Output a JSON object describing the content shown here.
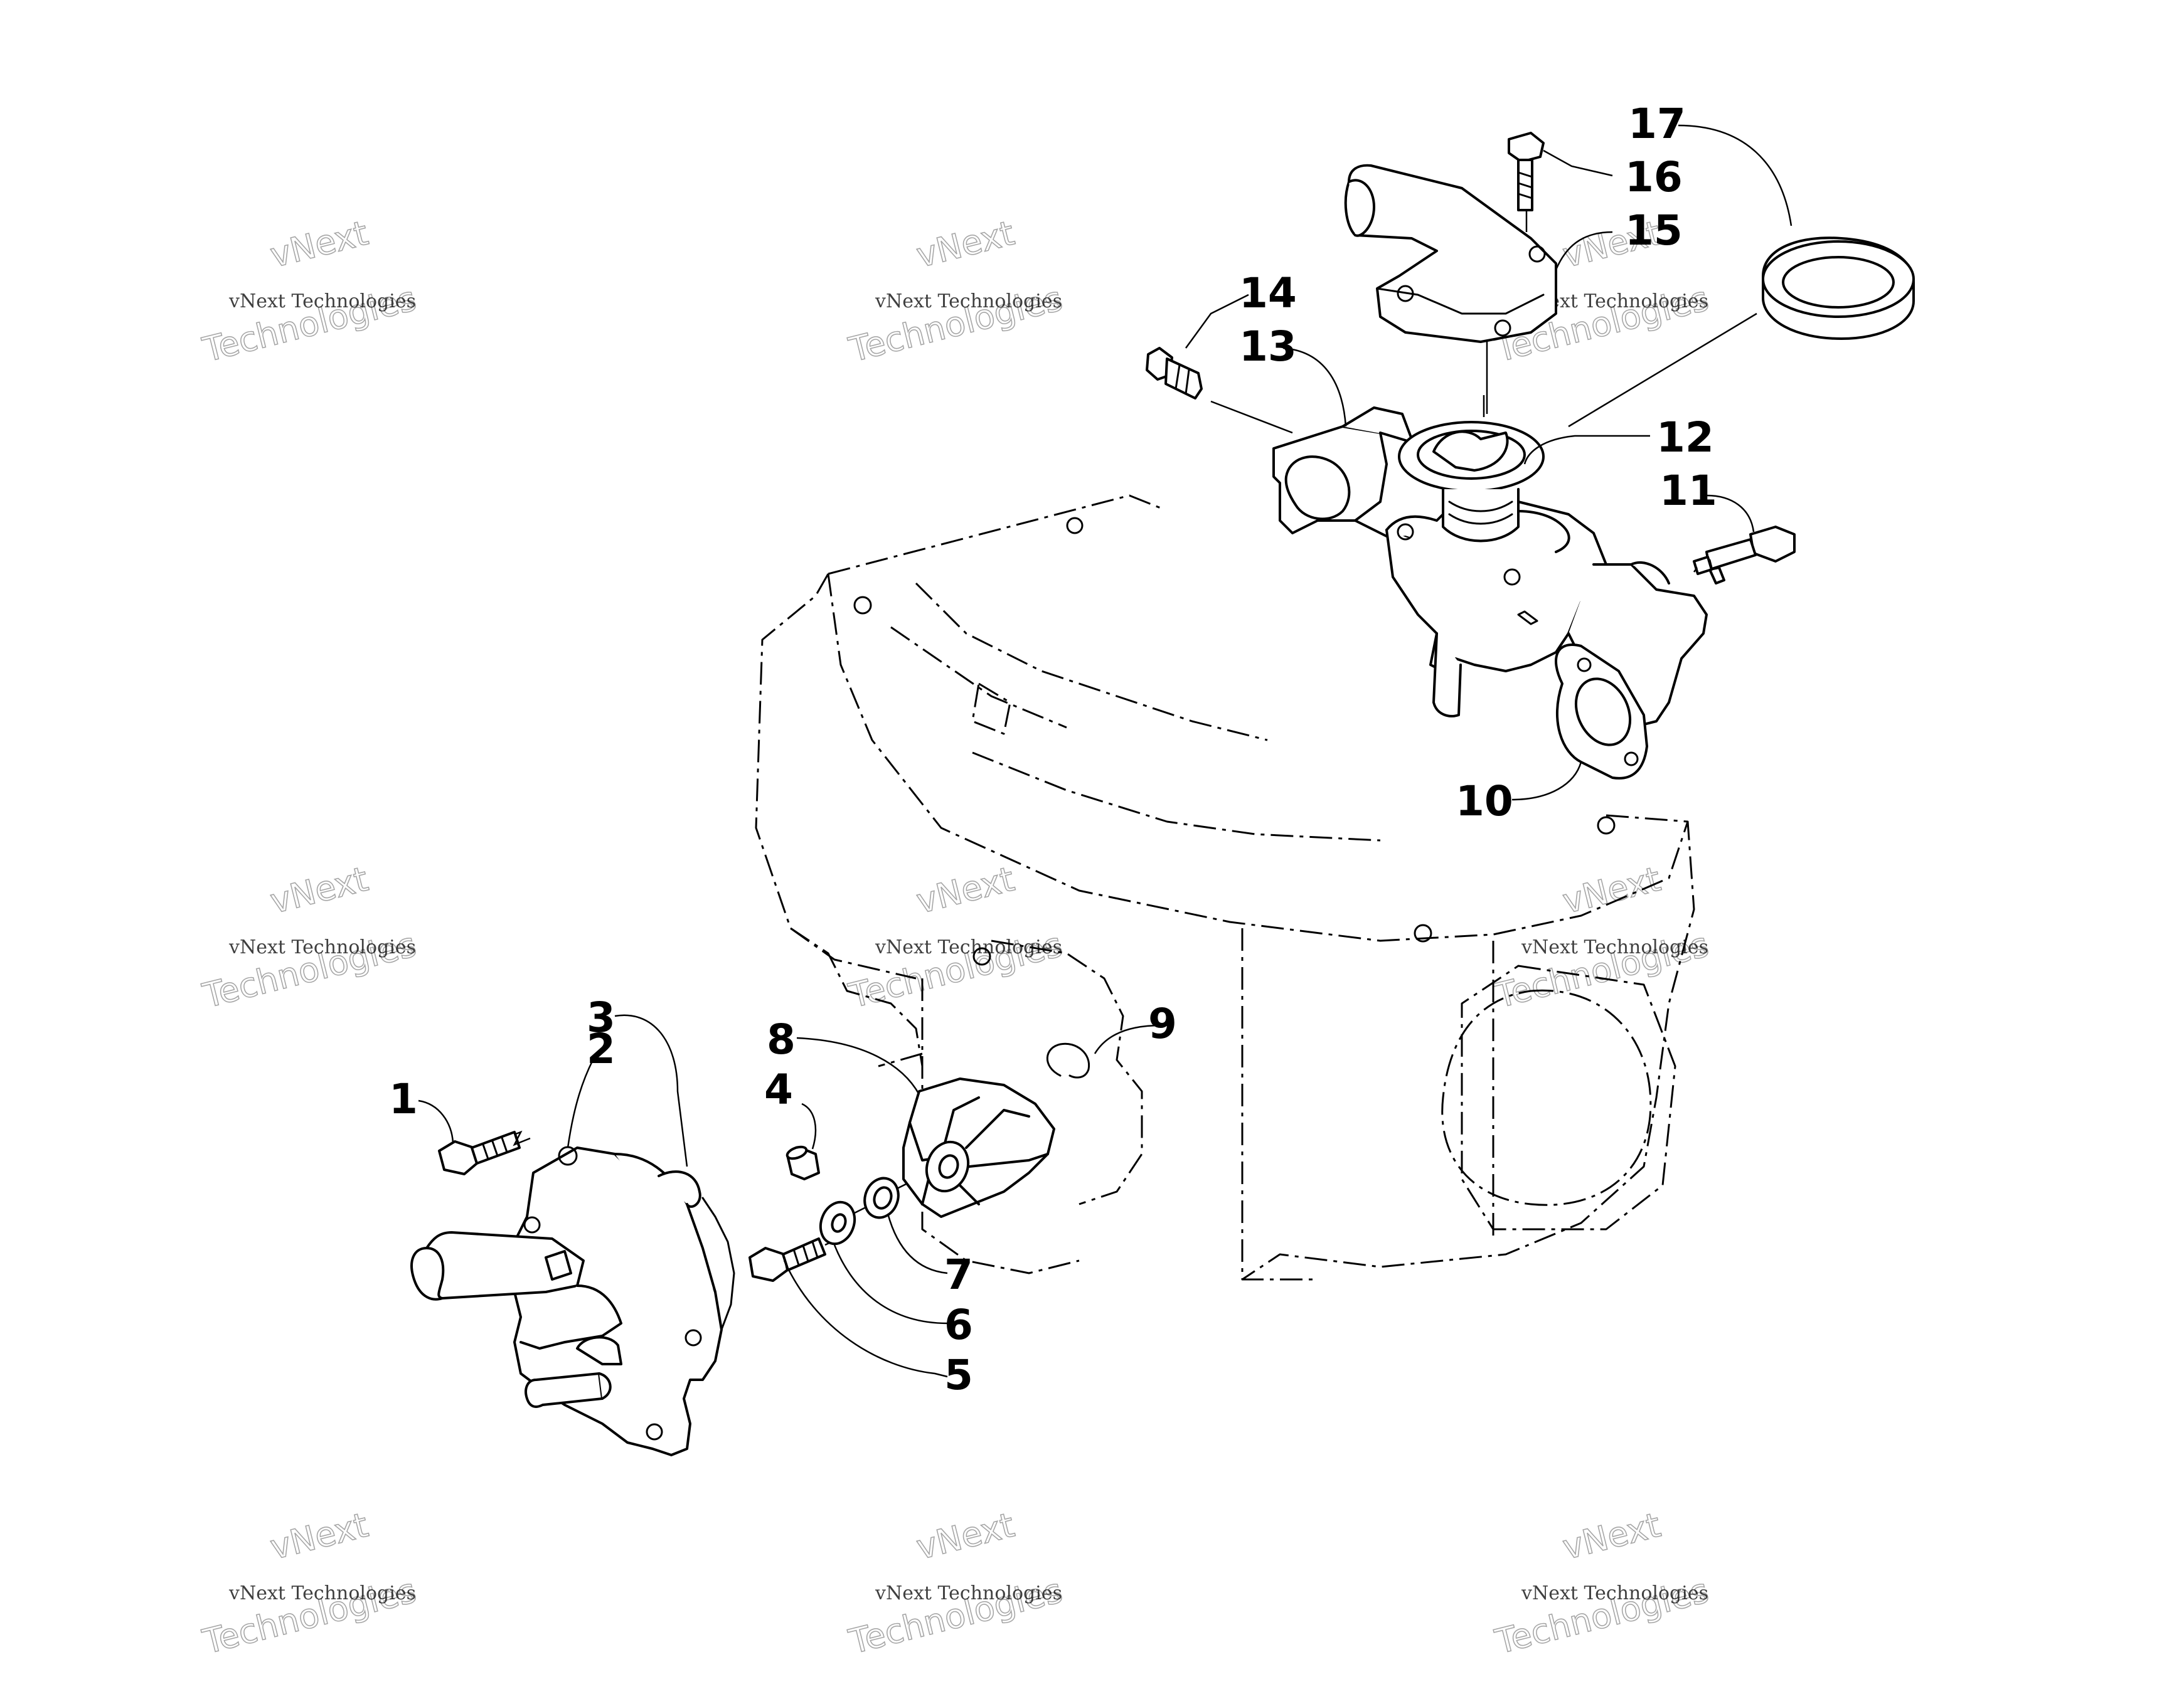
{
  "watermark": {
    "line1": "vNext Technologies",
    "line2": "vNext",
    "line3": "Technologies"
  },
  "callouts": [
    "1",
    "2",
    "3",
    "4",
    "5",
    "6",
    "7",
    "8",
    "9",
    "10",
    "11",
    "12",
    "13",
    "14",
    "15",
    "16",
    "17"
  ]
}
